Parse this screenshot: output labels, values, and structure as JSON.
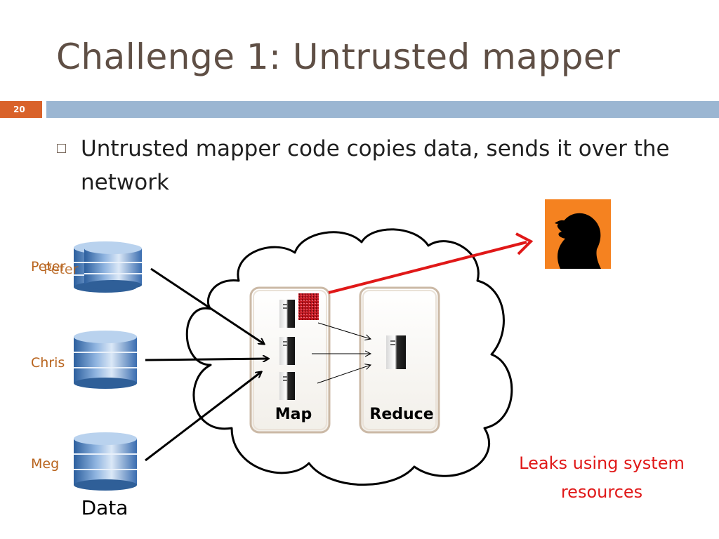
{
  "slide": {
    "title": "Challenge 1: Untrusted mapper",
    "page_number": "20",
    "bullet": "Untrusted mapper code copies data, sends it over the network"
  },
  "diagram": {
    "owners": [
      "Peter",
      "Chris",
      "Meg"
    ],
    "owner_overlap_text": "Peter",
    "map_label": "Map",
    "reduce_label": "Reduce",
    "data_label": "Data",
    "leak_note_line1": "Leaks using system",
    "leak_note_line2": "resources",
    "colors": {
      "accent_orange": "#d9622a",
      "bar_blue": "#9bb6d2",
      "leak_red": "#e01818",
      "owner_label": "#b8641e",
      "attacker_bg": "#f58220"
    },
    "icons": [
      "database-icon",
      "server-icon",
      "attacker-icon",
      "malicious-code-icon",
      "cloud-shape"
    ]
  }
}
